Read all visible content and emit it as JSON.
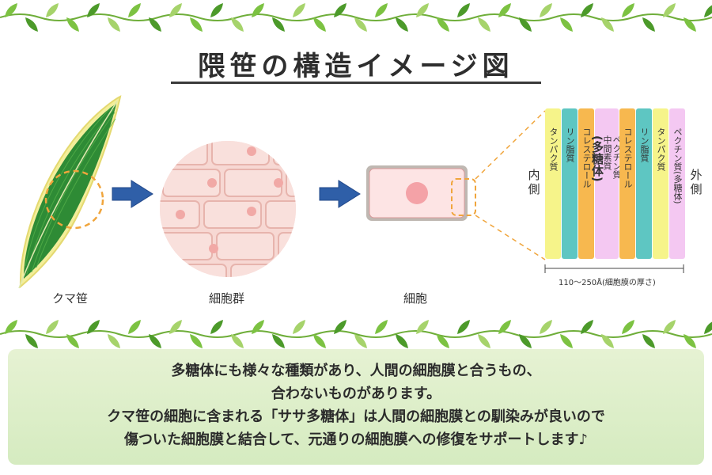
{
  "title": "隈笹の構造イメージ図",
  "stages": [
    {
      "id": "leaf",
      "label": "クマ笹"
    },
    {
      "id": "cells",
      "label": "細胞群"
    },
    {
      "id": "cell",
      "label": "細胞"
    }
  ],
  "membrane": {
    "inner_label": "内側",
    "outer_label": "外側",
    "thickness_label": "110〜250Å(細胞膜の厚さ)",
    "layers": [
      {
        "text": "タンパク質",
        "color": "#f6f48a"
      },
      {
        "text": "リン脂質",
        "color": "#5ec6c2"
      },
      {
        "text": "コレステロール",
        "color": "#f7b84f"
      },
      {
        "text": "ペクチン質",
        "sub": "中間素質",
        "big": "(多糖体)",
        "color": "#f4c8f2"
      },
      {
        "text": "コレステロール",
        "color": "#f7b84f"
      },
      {
        "text": "リン脂質",
        "color": "#5ec6c2"
      },
      {
        "text": "タンパク質",
        "color": "#f6f48a"
      },
      {
        "text": "ペクチン質(多糖体)",
        "color": "#f4c8f2"
      }
    ]
  },
  "description": [
    "多糖体にも様々な種類があり、人間の細胞膜と合うもの、",
    "合わないものがあります。",
    "クマ笹の細胞に含まれる「ササ多糖体」は人間の細胞膜との馴染みが良いので",
    "傷ついた細胞膜と結合して、元通りの細胞膜への修復をサポートします♪"
  ],
  "colors": {
    "leaf_green": "#2e8b35",
    "leaf_edge": "#e9e27a",
    "cell_pink": "#f7d4d0",
    "nucleus": "#f3a4a4",
    "arrow_blue": "#2f5fa8",
    "highlight_orange": "#f0a53c",
    "panel_green": "#dcefc9"
  }
}
